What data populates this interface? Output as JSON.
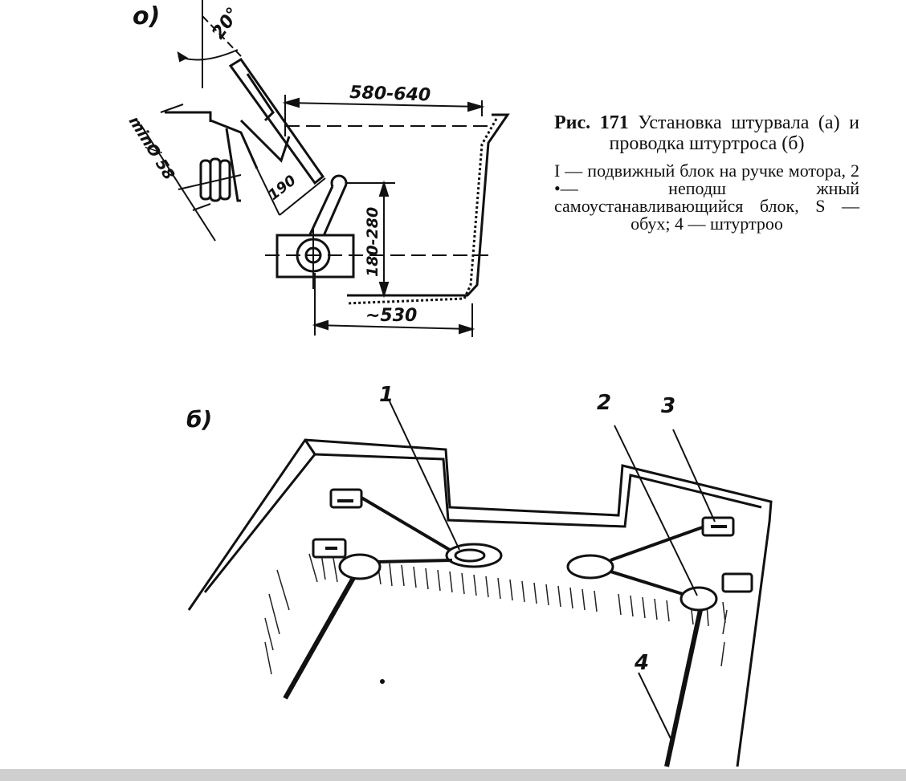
{
  "panel_a": {
    "label": "o)",
    "angle": "20°",
    "dim_distance": "580-640",
    "dim_diameter": "minØ 58",
    "dim_arm": "190",
    "dim_height": "180-280",
    "dim_bottom": "~530"
  },
  "panel_b": {
    "label": "б)",
    "callouts": [
      "1",
      "2",
      "3",
      "4"
    ]
  },
  "caption": {
    "fig_label": "Рис. 171",
    "title": "Установка штурвала (а) и проводка штуртроса (б)",
    "legend": "I — подвижный блок на ручке мотора, 2 •— неподш жный самоустанавливающийся блок, S — обух; 4 — штуртроо"
  }
}
